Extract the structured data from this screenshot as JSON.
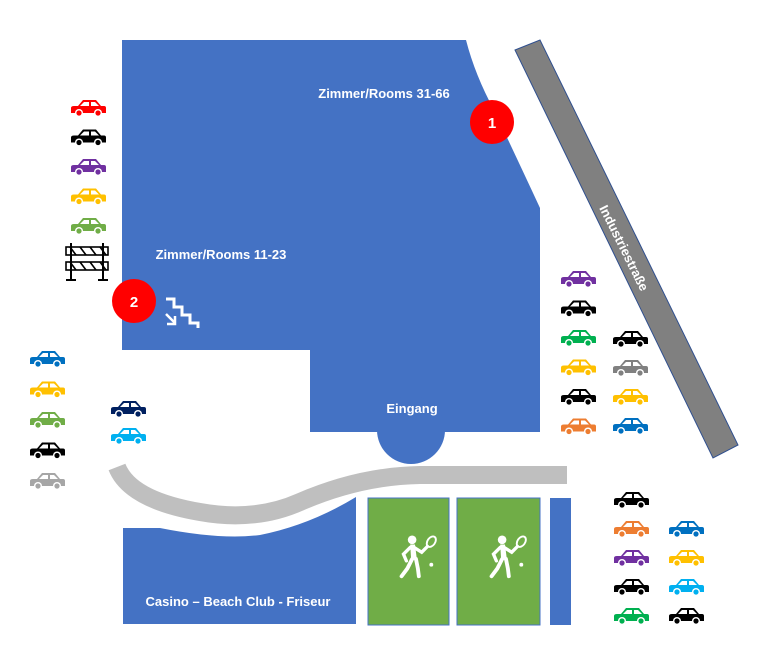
{
  "labels": {
    "rooms_31_66": "Zimmer/Rooms  31-66",
    "rooms_11_23": "Zimmer/Rooms  11-23",
    "entrance": "Eingang",
    "casino": "Casino – Beach Club - Friseur",
    "street": "Industriestraße"
  },
  "markers": [
    {
      "label": "1"
    },
    {
      "label": "2"
    }
  ],
  "colors": {
    "building": "#4472c4",
    "court": "#70ad47",
    "road": "#808080",
    "path": "#bfbfbf",
    "marker": "#ff0000"
  },
  "parking": {
    "left_column": [
      "#ff0000",
      "#000000",
      "#7030a0",
      "#ffc000",
      "#70ad47"
    ],
    "left_lower_a": [
      "#0070c0",
      "#ffc000",
      "#70ad47",
      "#000000",
      "#a6a6a6"
    ],
    "left_lower_b": [
      "#002060",
      "#00b0f0"
    ],
    "right_a": [
      "#7030a0",
      "#000000",
      "#00b050",
      "#ffc000",
      "#000000",
      "#ed7d31"
    ],
    "right_b": [
      "#000000",
      "#808080",
      "#ffc000",
      "#0070c0"
    ],
    "far_right_a": [
      "#000000",
      "#ed7d31",
      "#7030a0",
      "#000000",
      "#00b050"
    ],
    "far_right_b": [
      "#0070c0",
      "#ffc000",
      "#00b0f0",
      "#000000"
    ]
  },
  "icons": {
    "barrier": "road-barrier-icon",
    "stairs": "stairs-down-icon",
    "tennis": "tennis-player-icon"
  }
}
